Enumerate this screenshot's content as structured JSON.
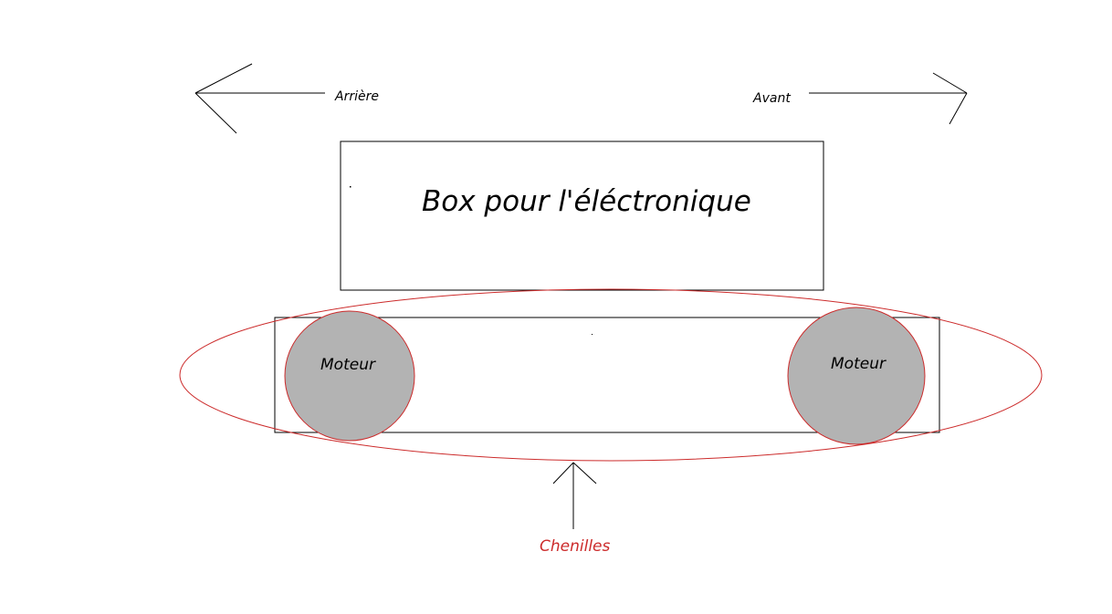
{
  "labels": {
    "rear": "Arrière",
    "front": "Avant",
    "box": "Box pour l'éléctronique",
    "motor_left": "Moteur",
    "motor_right": "Moteur",
    "tracks": "Chenilles"
  },
  "colors": {
    "stroke": "#000000",
    "track": "#cc2b2b",
    "motor_fill": "#b3b3b3",
    "tracks_label": "#cc2b2b",
    "background": "#ffffff"
  }
}
